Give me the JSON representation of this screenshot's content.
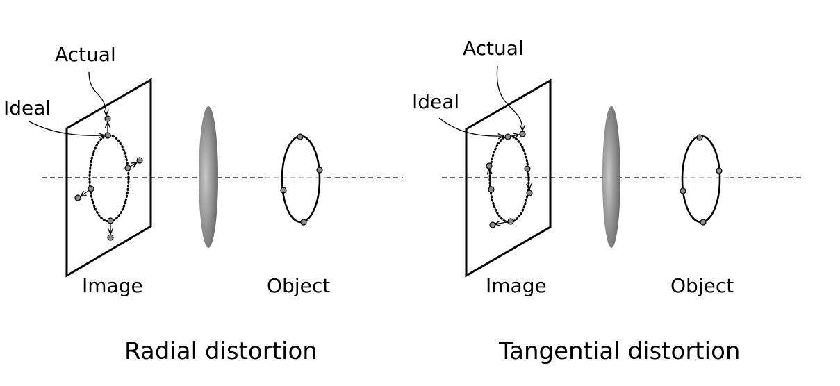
{
  "colors": {
    "lens_dark": "#5a5a5a",
    "lens_light": "#c8c8c8",
    "point_fill": "#8a8a8a"
  },
  "panels": [
    {
      "actual_label": "Actual",
      "ideal_label": "Ideal",
      "image_label": "Image",
      "object_label": "Object",
      "caption": "Radial distortion"
    },
    {
      "actual_label": "Actual",
      "ideal_label": "Ideal",
      "image_label": "Image",
      "object_label": "Object",
      "caption": "Tangential distortion"
    }
  ]
}
